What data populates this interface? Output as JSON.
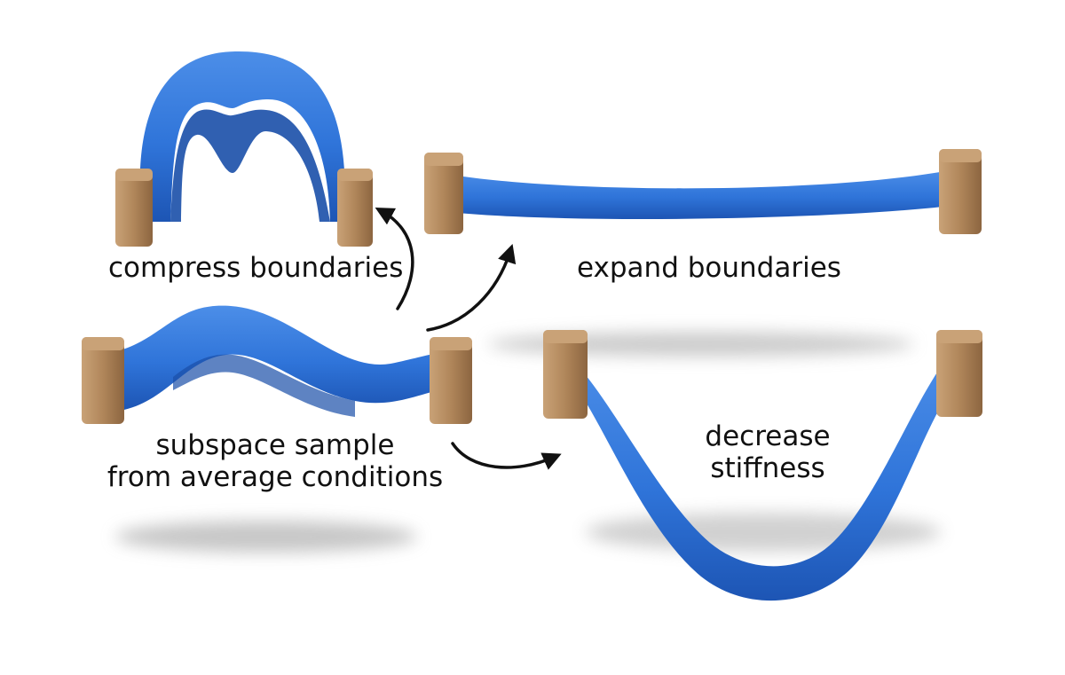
{
  "labels": {
    "compress": "compress boundaries",
    "expand": "expand boundaries",
    "sample_line1": "subspace sample",
    "sample_line2": "from average conditions",
    "stiffness_line1": "decrease",
    "stiffness_line2": "stiffness"
  },
  "colors": {
    "band": "#2f74d9",
    "band_dark": "#1d55b4",
    "band_light": "#4c8ee8",
    "block": "#b0865a",
    "block_dark": "#8c6540",
    "block_light": "#c9a277",
    "arrow": "#111111",
    "shadow": "#9a9a9a"
  },
  "icons": [
    "elastic-band-compressed",
    "elastic-band-stretched",
    "elastic-band-sample",
    "elastic-band-sagging",
    "cork-block",
    "curved-arrow"
  ]
}
